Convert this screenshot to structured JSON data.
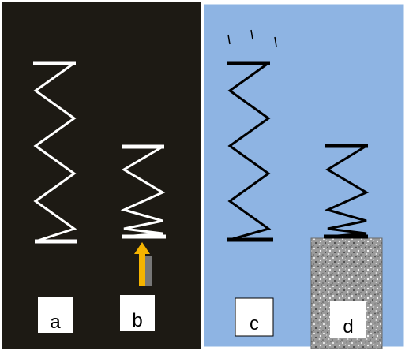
{
  "colors": {
    "left_panel": "#1d1a14",
    "right_panel": "#8eb4e3",
    "right_panel_border": "#ffffff",
    "spring_light": "#ffffff",
    "spring_dark": "#000000",
    "arrow_fill": "#f5b400",
    "arrow_outline": "#777777",
    "block_base": "#9a9a9a",
    "label_box": "#ffffff"
  },
  "labels": {
    "a": "a",
    "b": "b",
    "c": "c",
    "d": "d"
  },
  "icons": {
    "arrow": "up-arrow-icon",
    "block": "speckled-block",
    "motion_marks": "motion-lines"
  }
}
